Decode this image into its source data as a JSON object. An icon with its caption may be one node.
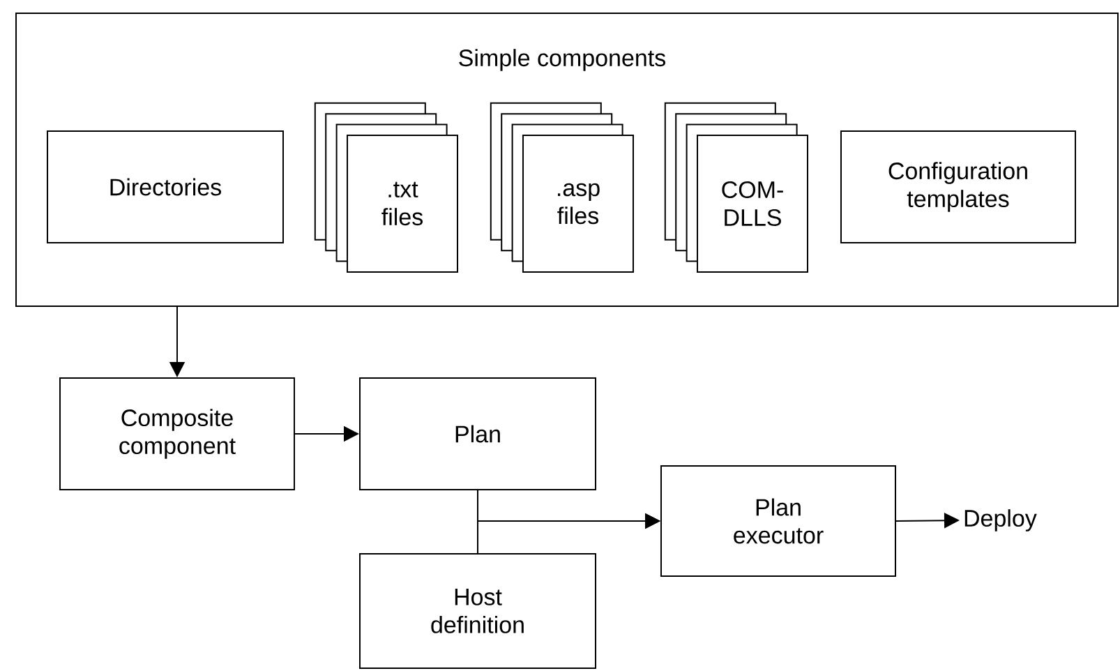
{
  "diagram": {
    "nodes": [
      {
        "text": [
          "Simple components"
        ]
      },
      {
        "text": [
          "Directories"
        ],
        "in": 0
      },
      {
        "text": [
          ".txt files"
        ],
        "in": 0
      },
      {
        "text": [
          ".asp files"
        ],
        "in": 0
      },
      {
        "text": [
          "COM-DLLS"
        ],
        "in": 0
      },
      {
        "text": [
          "Configuration templates"
        ],
        "in": 0
      },
      {
        "text": [
          "Composite component"
        ]
      },
      {
        "text": [
          "Plan"
        ]
      },
      {
        "text": [
          "Host definition"
        ]
      },
      {
        "text": [
          "Plan executor"
        ]
      },
      {
        "text": [
          "Deploy"
        ]
      }
    ],
    "edges": [
      {
        "from": 0,
        "to": 6,
        "arrow": "to"
      },
      {
        "from": 6,
        "to": 7,
        "arrow": "to"
      },
      {
        "from": 7,
        "to": 9,
        "arrow": "to"
      },
      {
        "from": 8,
        "to": 9,
        "arrow": "to"
      },
      {
        "from": 9,
        "to": 10,
        "arrow": "to"
      }
    ]
  }
}
